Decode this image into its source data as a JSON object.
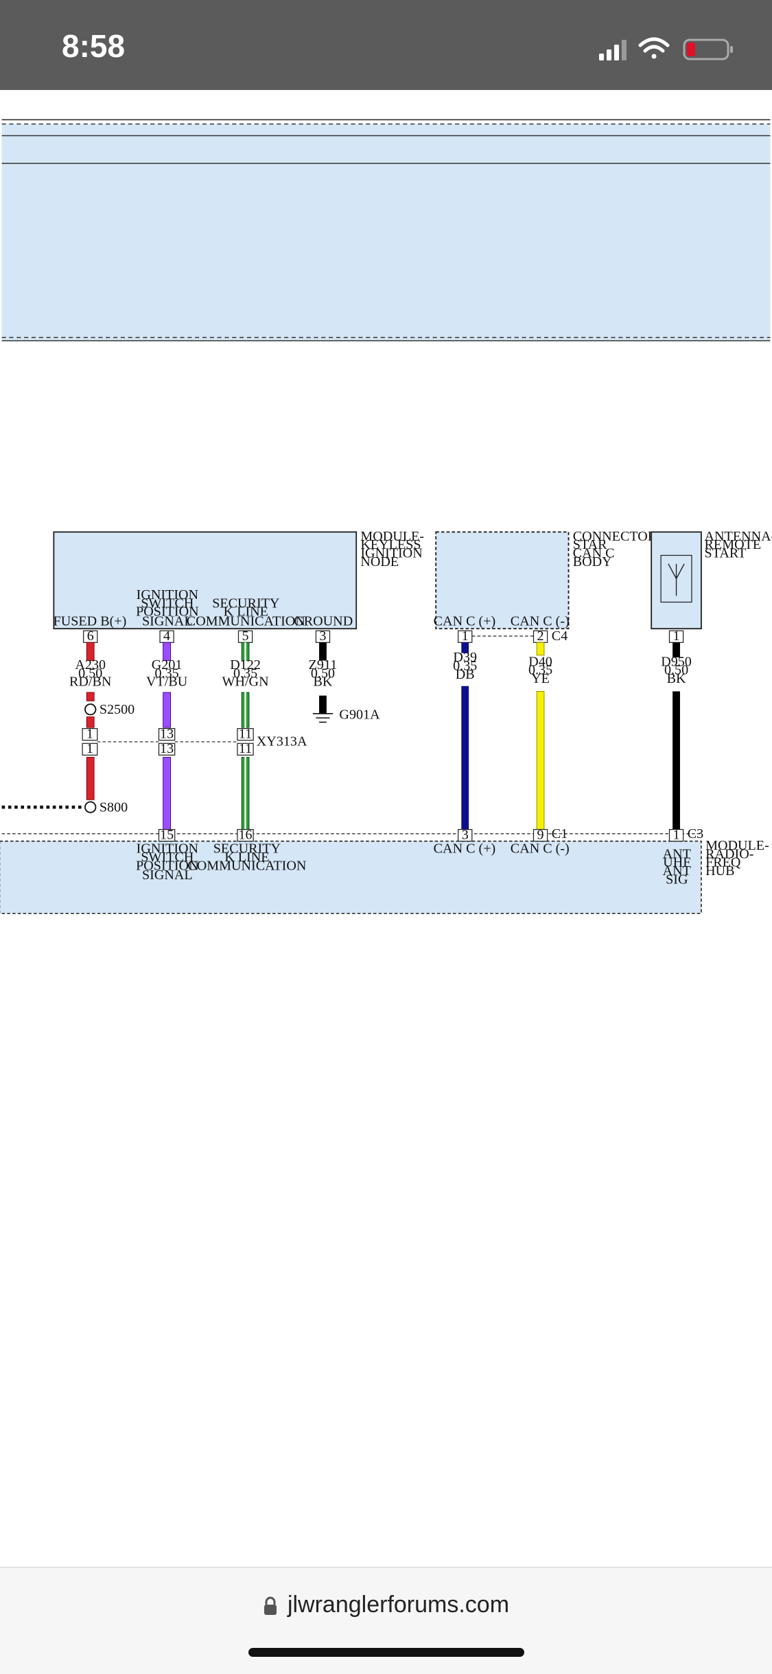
{
  "status_bar": {
    "time": "8:58",
    "battery_color": "#e0102a"
  },
  "browser": {
    "url": "jlwranglerforums.com"
  },
  "colors": {
    "module_fill": "#d5e6f6",
    "wire_red": "#d9232e",
    "wire_violet": "#9b4dff",
    "wire_green": "#2e9b3c",
    "wire_black": "#000000",
    "wire_darkblue": "#0b0f8c",
    "wire_yellow": "#f4f000"
  },
  "diagram": {
    "module_kin": {
      "name": [
        "MODULE-",
        "KEYLESS",
        "IGNITION",
        "NODE"
      ]
    },
    "connector_star": {
      "name": [
        "CONNECTOR-",
        "STAR",
        "CAN C",
        "BODY"
      ]
    },
    "antenna_remote": {
      "name": [
        "ANTENNA-",
        "REMOTE",
        "START"
      ]
    },
    "module_rfhub": {
      "name": [
        "MODULE-",
        "RADIO-",
        "FREQ",
        "HUB"
      ]
    },
    "kin_pins": [
      {
        "label": [
          "FUSED B(+)"
        ],
        "pin": "6"
      },
      {
        "label": [
          "IGNITION",
          "SWITCH",
          "POSITION",
          "SIGNAL"
        ],
        "pin": "4"
      },
      {
        "label": [
          "SECURITY",
          "K LINE",
          "COMMUNICATION"
        ],
        "pin": "5"
      },
      {
        "label": [
          "GROUND"
        ],
        "pin": "3"
      }
    ],
    "star_pins": [
      {
        "label": "CAN C (+)",
        "pin": "1"
      },
      {
        "label": "CAN C (-)",
        "pin": "2"
      }
    ],
    "star_connector_id": "C4",
    "antenna_pin": "1",
    "wires": [
      {
        "circuit": [
          "A230",
          "0.50",
          "RD/BN"
        ]
      },
      {
        "circuit": [
          "G201",
          "0.35",
          "VT/BU"
        ]
      },
      {
        "circuit": [
          "D122",
          "0.35",
          "WH/GN"
        ]
      },
      {
        "circuit": [
          "Z911",
          "0.50",
          "BK"
        ]
      },
      {
        "circuit": [
          "D39",
          "0.35",
          "DB"
        ]
      },
      {
        "circuit": [
          "D40",
          "0.35",
          "YE"
        ]
      },
      {
        "circuit": [
          "D950",
          "0.50",
          "BK"
        ]
      }
    ],
    "ground_label": "G901A",
    "splice_top": "S2500",
    "splice_bottom": "S800",
    "inline_connector": {
      "name": "XY313A",
      "pins_top": [
        "1",
        "13",
        "11"
      ],
      "pins_bottom": [
        "1",
        "13",
        "11"
      ]
    },
    "rfhub_pins": [
      {
        "pin": "15",
        "label": [
          "IGNITION",
          "SWITCH",
          "POSITION",
          "SIGNAL"
        ]
      },
      {
        "pin": "16",
        "label": [
          "SECURITY",
          "K LINE",
          "COMMUNICATION"
        ]
      },
      {
        "pin": "3",
        "label": [
          "CAN C (+)"
        ]
      },
      {
        "pin": "9",
        "label": [
          "CAN C (-)"
        ]
      },
      {
        "pin": "1",
        "label": [
          "ANT",
          "UHF",
          "ANT",
          "SIG"
        ]
      }
    ],
    "rfhub_connectors": [
      "C1",
      "C3"
    ]
  }
}
